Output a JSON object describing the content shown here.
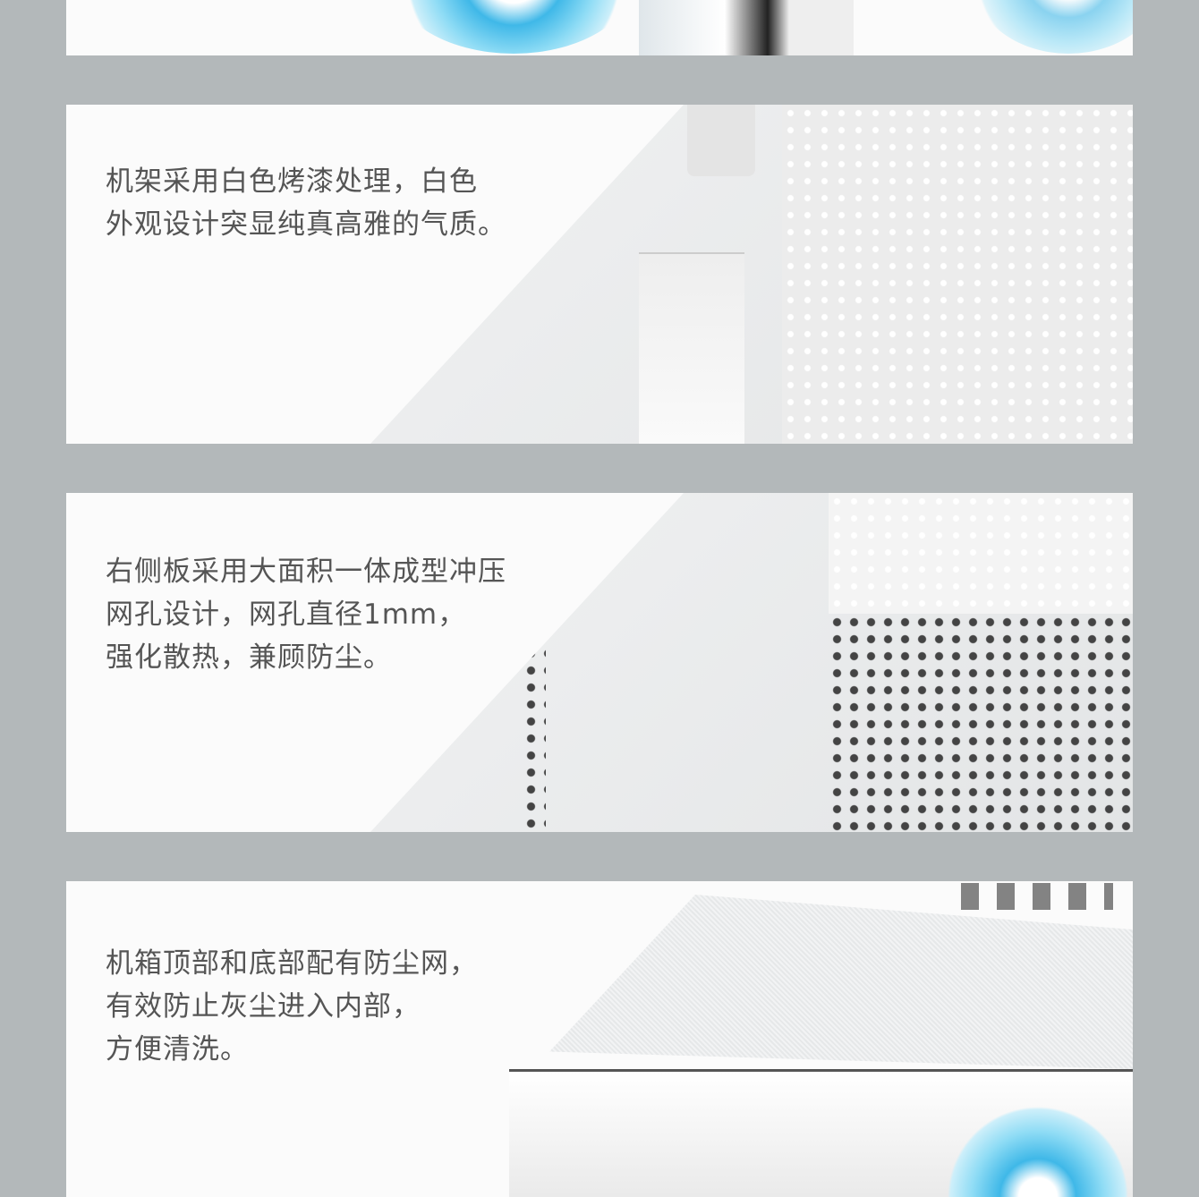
{
  "sections": [
    {
      "lines": []
    },
    {
      "lines": [
        "机架采用白色烤漆处理，白色",
        "外观设计突显纯真高雅的气质。"
      ]
    },
    {
      "lines": [
        "右侧板采用大面积一体成型冲压",
        "网孔设计，网孔直径1mm，",
        "强化散热，兼顾防尘。"
      ]
    },
    {
      "lines": [
        "机箱顶部和底部配有防尘网，",
        "有效防止灰尘进入内部，",
        "方便清洗。"
      ]
    }
  ]
}
